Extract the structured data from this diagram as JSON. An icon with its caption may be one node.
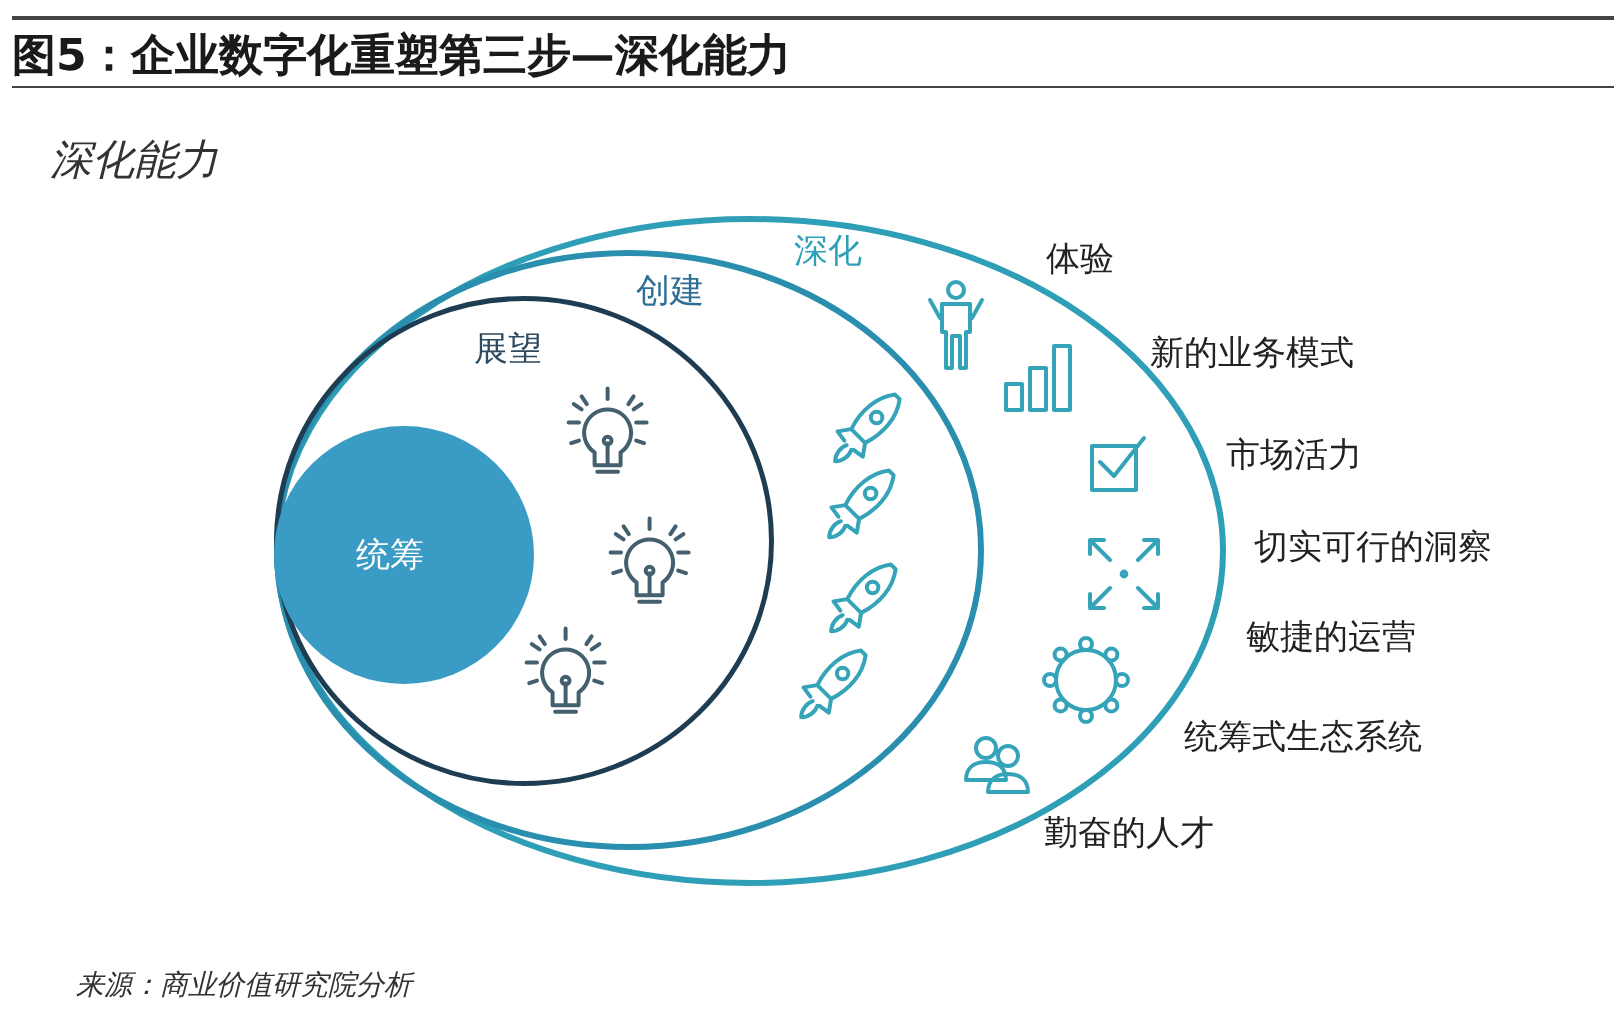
{
  "diagram": {
    "title": "图5：企业数字化重塑第三步—深化能力",
    "nodes": [
      {
        "text": [
          "深化"
        ]
      },
      {
        "text": [
          "创建"
        ],
        "in": 0
      },
      {
        "text": [
          "展望"
        ],
        "in": 1
      },
      {
        "text": [
          "统筹"
        ],
        "in": 2
      }
    ],
    "labels": [
      "深化能力",
      "体验",
      "新的业务模式",
      "市场活力",
      "切实可行的洞察",
      "敏捷的运营",
      "统筹式生态系统",
      "勤奋的人才",
      "来源：商业价值研究院分析"
    ]
  }
}
